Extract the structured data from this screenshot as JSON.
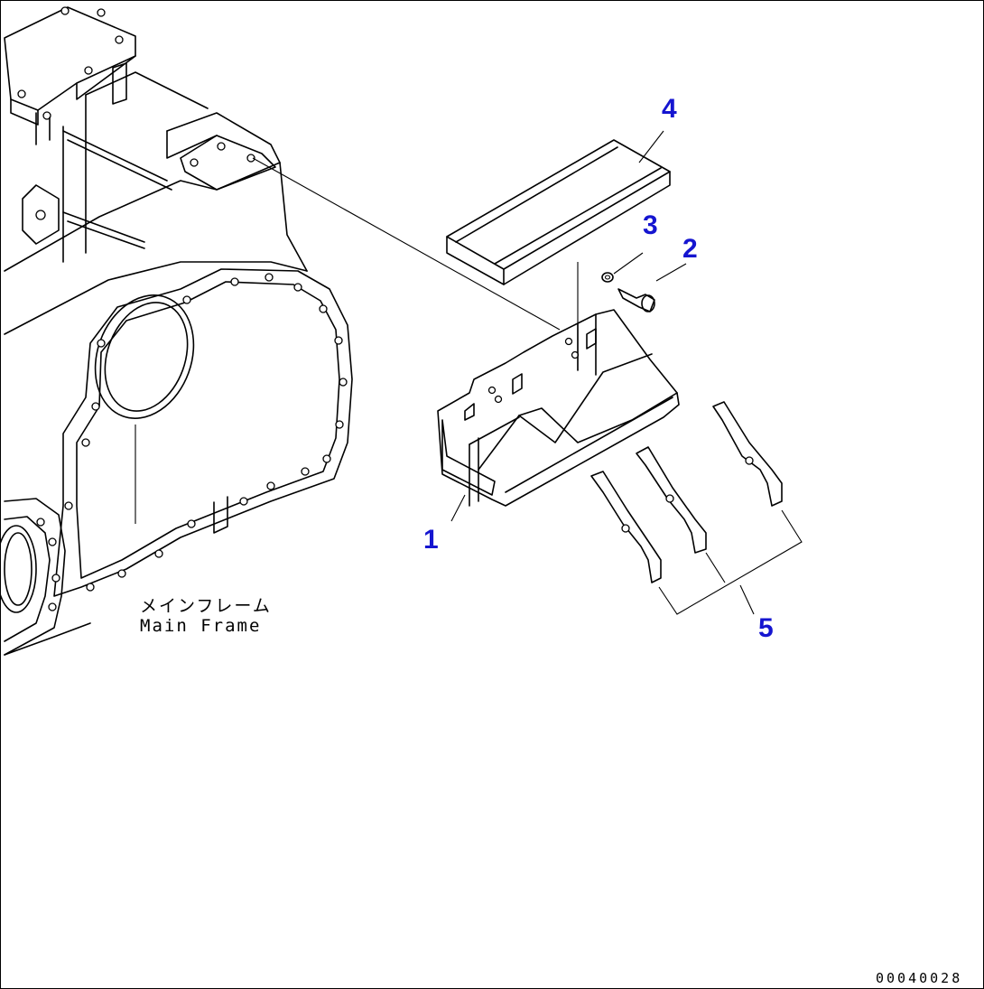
{
  "diagram": {
    "callouts": [
      "1",
      "2",
      "3",
      "4",
      "5"
    ],
    "frame_label_jp": "メインフレーム",
    "frame_label_en": "Main Frame",
    "drawing_code": "00040028"
  }
}
